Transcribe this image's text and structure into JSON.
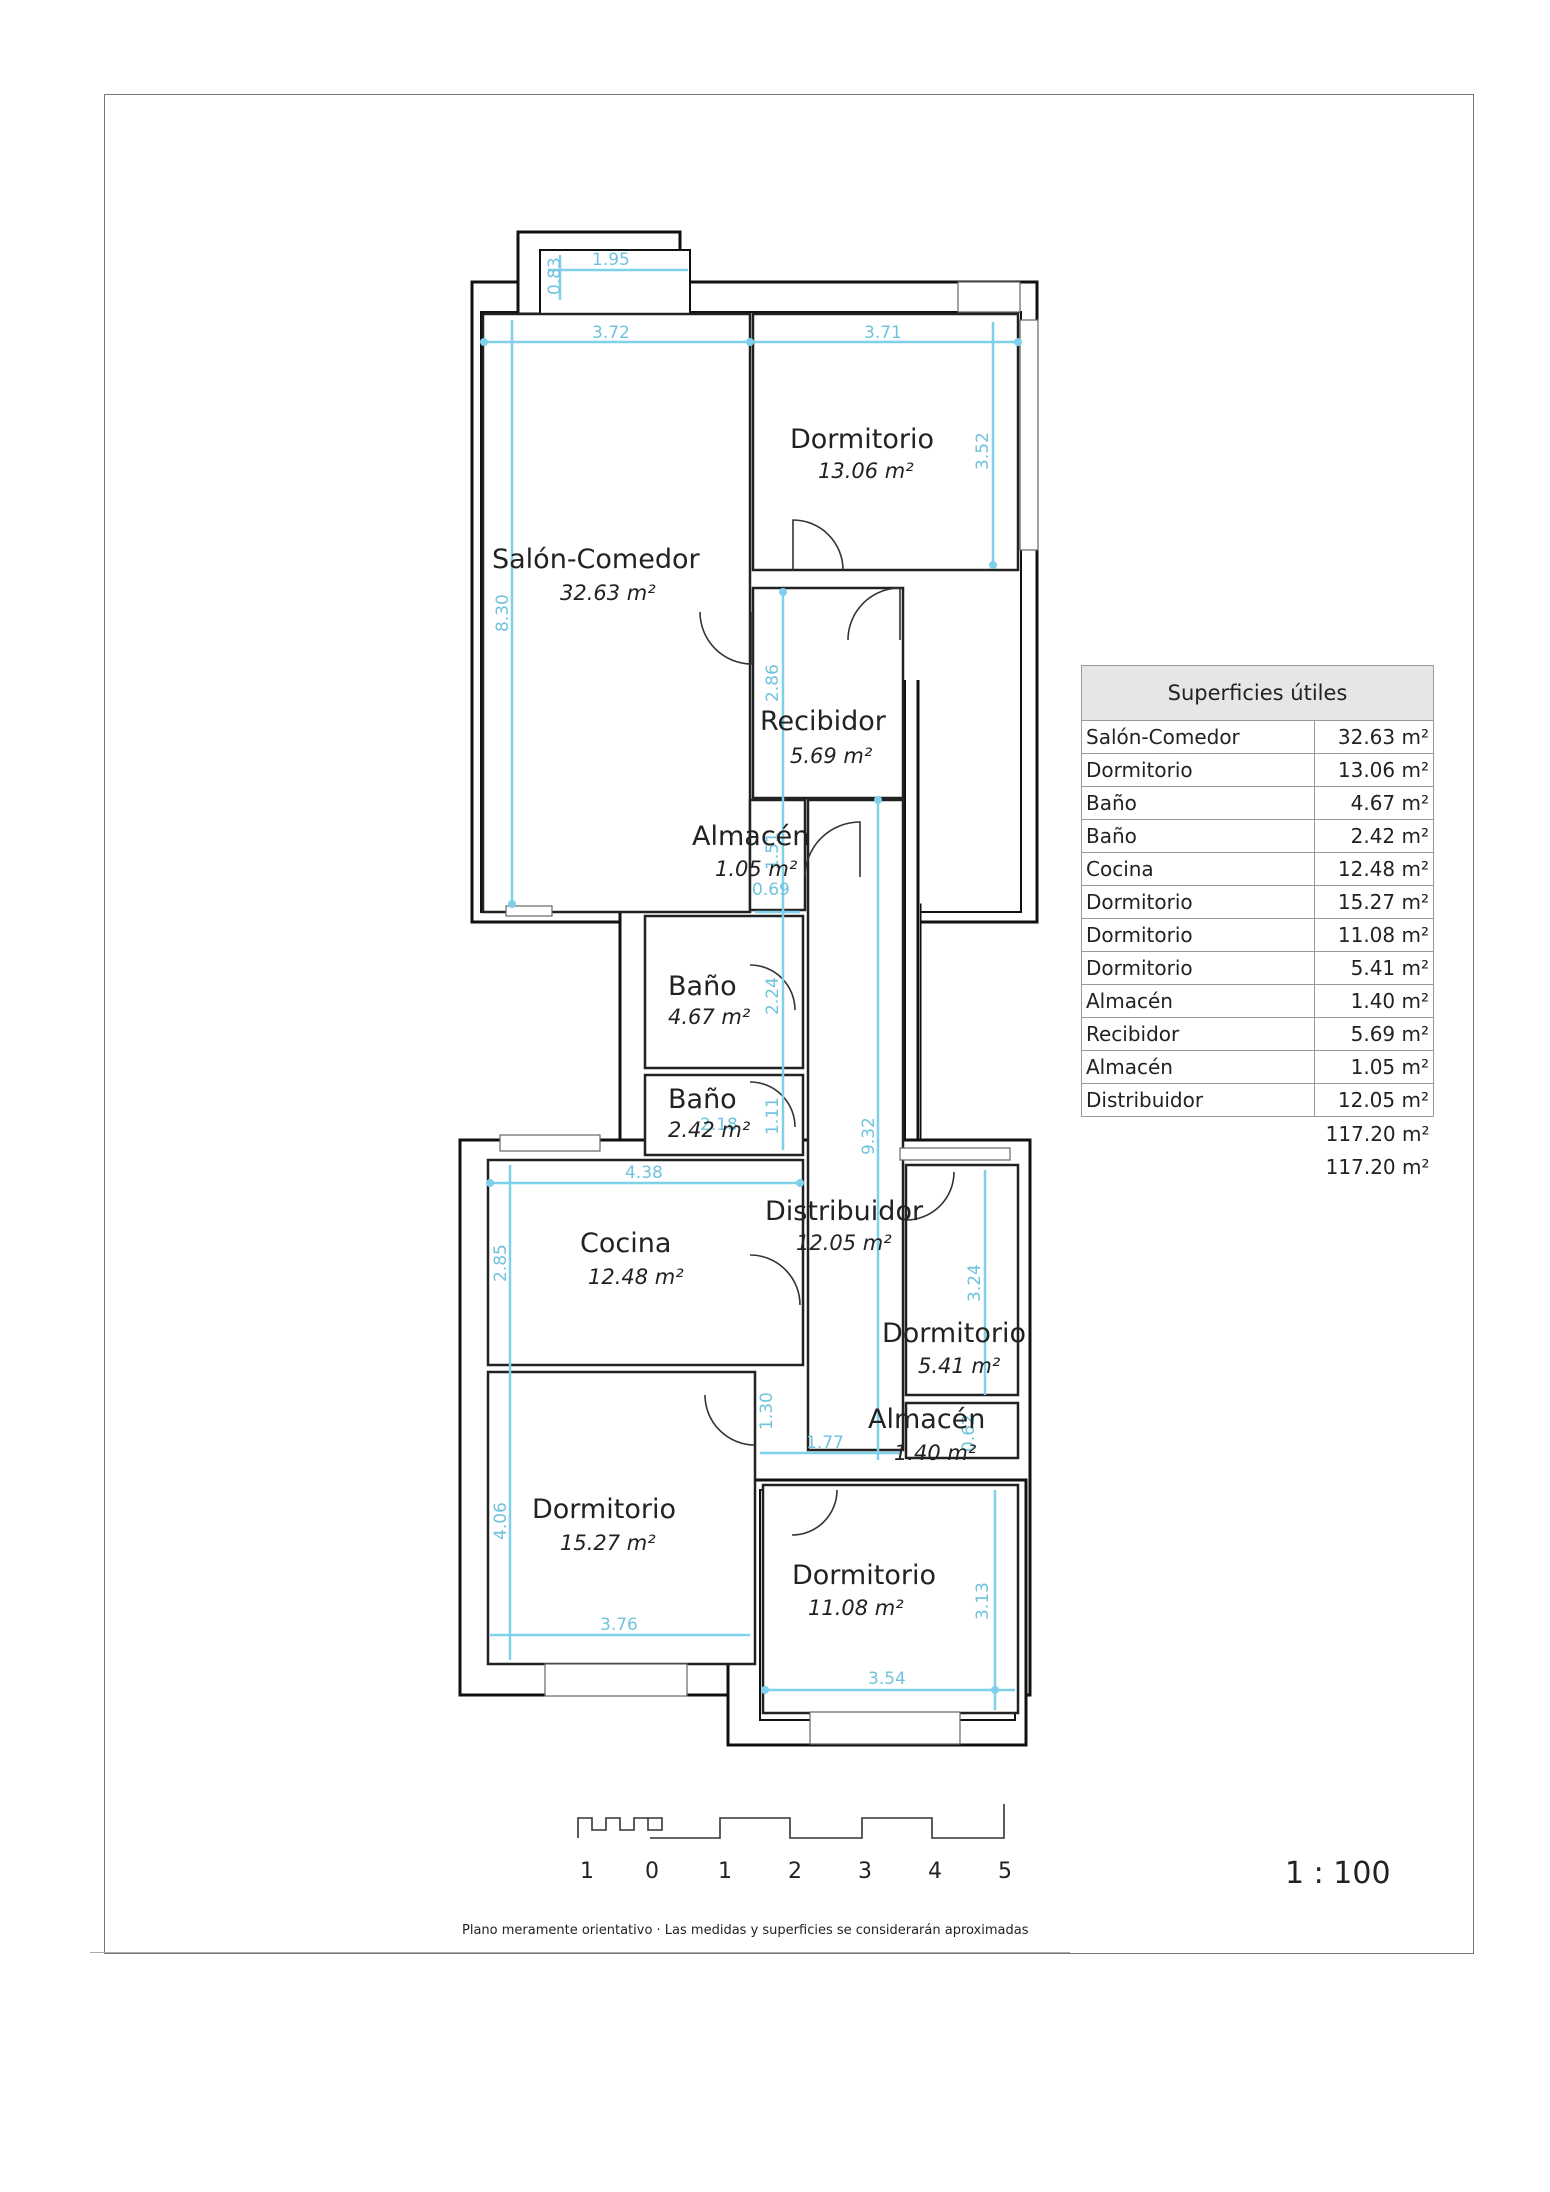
{
  "rooms": {
    "salon": {
      "name": "Salón-Comedor",
      "area": "32.63 m²"
    },
    "dorm1": {
      "name": "Dormitorio",
      "area": "13.06 m²"
    },
    "recibidor": {
      "name": "Recibidor",
      "area": "5.69 m²"
    },
    "almacen1": {
      "name": "Almacén",
      "area": "1.05 m²"
    },
    "bano1": {
      "name": "Baño",
      "area": "4.67 m²"
    },
    "bano2": {
      "name": "Baño",
      "area": "2.42 m²"
    },
    "cocina": {
      "name": "Cocina",
      "area": "12.48 m²"
    },
    "distribuidor": {
      "name": "Distribuidor",
      "area": "12.05 m²"
    },
    "dorm_small": {
      "name": "Dormitorio",
      "area": "5.41 m²"
    },
    "almacen2": {
      "name": "Almacén",
      "area": "1.40 m²"
    },
    "dorm3": {
      "name": "Dormitorio",
      "area": "15.27 m²"
    },
    "dorm4": {
      "name": "Dormitorio",
      "area": "11.08 m²"
    }
  },
  "dimensions": {
    "balcony_w": "1.95",
    "balcony_d": "0.83",
    "salon_w": "3.72",
    "dorm1_w": "3.71",
    "dorm1_d": "3.52",
    "salon_d": "8.30",
    "recibidor_d": "2.86",
    "almacen1_d": "1.51",
    "almacen1_w": "0.69",
    "bano1_d": "2.24",
    "bano2_w": "2.18",
    "bano2_d": "1.11",
    "corridor_len": "9.32",
    "cocina_w": "4.38",
    "cocina_d": "2.85",
    "dorm_small_d": "3.24",
    "pass_d": "1.30",
    "pass_w": "1.77",
    "almacen2_d": "0.62",
    "dorm3_d": "4.06",
    "dorm3_w": "3.76",
    "dorm4_d": "3.13",
    "dorm4_w": "3.54"
  },
  "table": {
    "title": "Superficies útiles",
    "rows": [
      {
        "name": "Salón-Comedor",
        "value": "32.63 m²"
      },
      {
        "name": "Dormitorio",
        "value": "13.06 m²"
      },
      {
        "name": "Baño",
        "value": "4.67 m²"
      },
      {
        "name": "Baño",
        "value": "2.42 m²"
      },
      {
        "name": "Cocina",
        "value": "12.48 m²"
      },
      {
        "name": "Dormitorio",
        "value": "15.27 m²"
      },
      {
        "name": "Dormitorio",
        "value": "11.08 m²"
      },
      {
        "name": "Dormitorio",
        "value": "5.41 m²"
      },
      {
        "name": "Almacén",
        "value": "1.40 m²"
      },
      {
        "name": "Recibidor",
        "value": "5.69 m²"
      },
      {
        "name": "Almacén",
        "value": "1.05 m²"
      },
      {
        "name": "Distribuidor",
        "value": "12.05 m²"
      }
    ],
    "total1": "117.20 m²",
    "total2": "117.20 m²"
  },
  "scale_bar": {
    "labels": [
      "1",
      "0",
      "1",
      "2",
      "3",
      "4",
      "5"
    ]
  },
  "scale_label": "1 : 100",
  "note": "Plano meramente orientativo · Las medidas y superficies se considerarán aproximadas",
  "colors": {
    "dimension": "#7fd0ea",
    "wall": "#111111",
    "table_header": "#e6e6e6"
  }
}
